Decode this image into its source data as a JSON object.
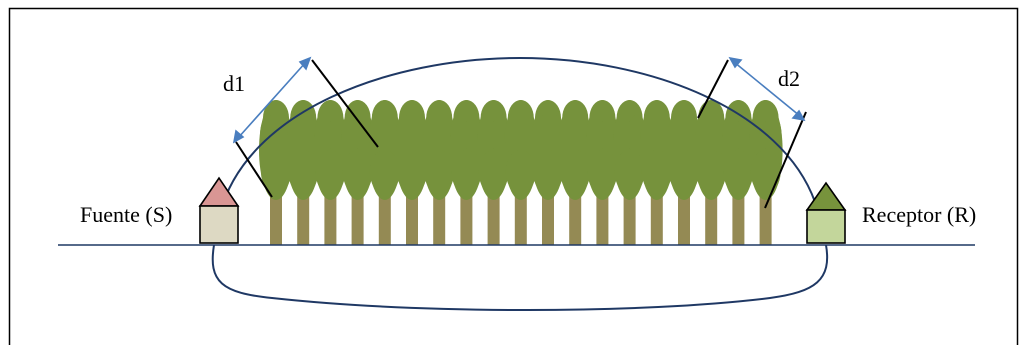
{
  "labels": {
    "source": "Fuente (S)",
    "receiver": "Receptor (R)",
    "d1": "d1",
    "d2": "d2"
  },
  "colors": {
    "frame": "#000000",
    "ground": "#1f3864",
    "arc": "#1f3864",
    "dimension_arrow": "#4a7ebf",
    "tree_crown": "#76923c",
    "tree_trunk": "#948a54",
    "source_roof": "#d99694",
    "source_body": "#ddd9c3",
    "receiver_roof": "#77933c",
    "receiver_body": "#c3d69b"
  },
  "icons": {
    "source": "house-icon",
    "receiver": "house-icon",
    "tree": "tree-icon"
  },
  "trees": {
    "count": 19
  }
}
